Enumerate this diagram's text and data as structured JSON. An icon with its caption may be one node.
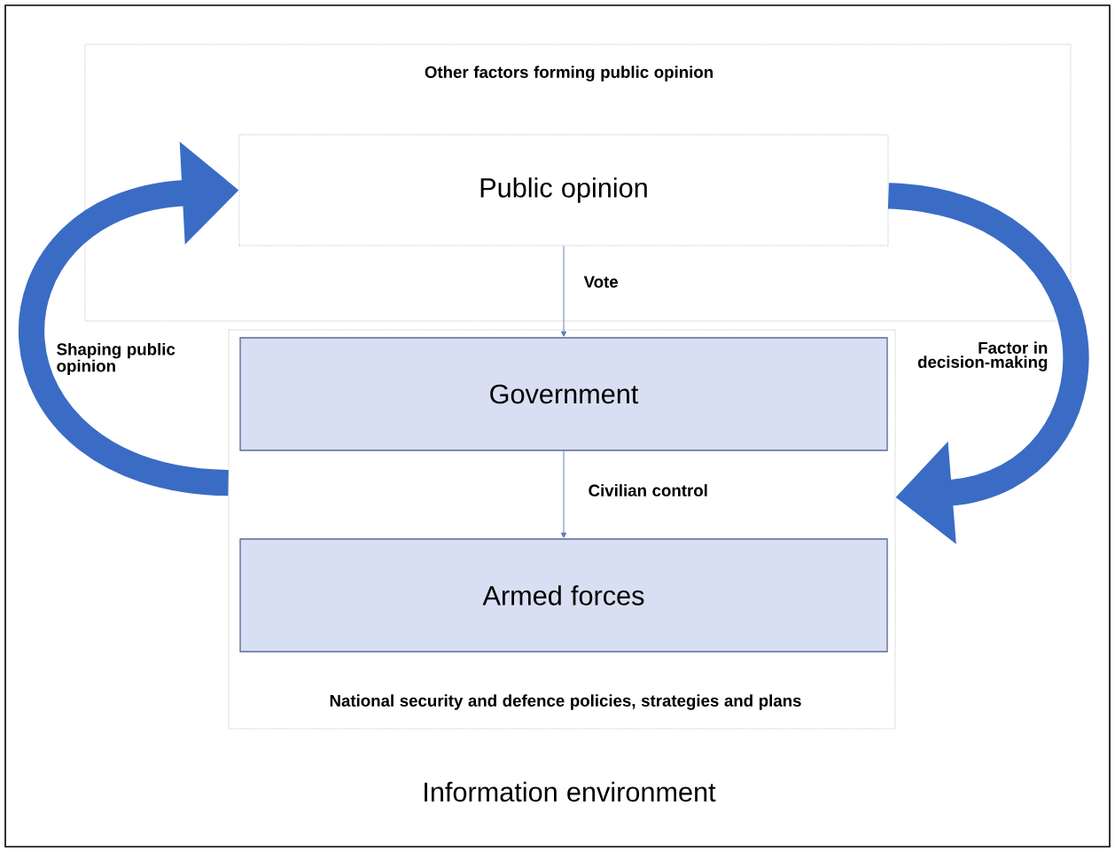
{
  "diagram": {
    "nodes": [
      {
        "text": [
          "Information environment"
        ]
      },
      {
        "text": [
          "Other factors forming public opinion"
        ],
        "in": 0
      },
      {
        "text": [
          "Public opinion"
        ],
        "in": 1
      },
      {
        "text": [
          "National security and defence policies, strategies and plans"
        ],
        "in": 0
      },
      {
        "text": [
          "Government"
        ],
        "in": 3
      },
      {
        "text": [
          "Armed forces"
        ],
        "in": 3
      }
    ],
    "edges": [
      {
        "from": 2,
        "to": 4,
        "arrow": "to",
        "label": "Vote"
      },
      {
        "from": 4,
        "to": 5,
        "arrow": "to",
        "label": "Civilian control"
      },
      {
        "from": 3,
        "to": 2,
        "arrow": "to",
        "label": "Shaping public opinion",
        "style": "thick",
        "color": "#3a6cc5"
      },
      {
        "from": 2,
        "to": 3,
        "arrow": "to",
        "label": "Factor in decision-making",
        "style": "thick",
        "color": "#3a6cc5"
      }
    ]
  }
}
